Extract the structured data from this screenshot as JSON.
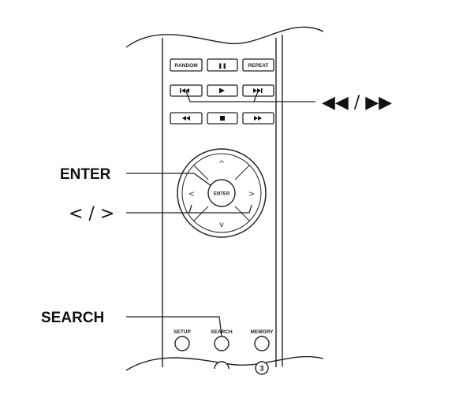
{
  "remote": {
    "row1": {
      "random_label": "RANDOM",
      "pause_label": "❚❚",
      "repeat_label": "REPEAT"
    },
    "row2": {
      "prev_icon": "skip-back-icon",
      "play_icon": "play-icon",
      "next_icon": "skip-forward-icon"
    },
    "row3": {
      "rewind_icon": "rewind-icon",
      "stop_icon": "stop-icon",
      "fast_forward_icon": "fast-forward-icon"
    },
    "dpad": {
      "enter_label": "ENTER",
      "up_glyph": "^",
      "down_glyph": "v",
      "left_glyph": "<",
      "right_glyph": ">"
    },
    "bottom_row": {
      "setup_label": "SETUP",
      "search_label": "SEARCH",
      "memory_label": "MEMORY",
      "number_3_label": "3"
    }
  },
  "callouts": {
    "skip_label": "◀◀ / ▶▶",
    "enter_label": "ENTER",
    "lr_label": "< / >",
    "search_label": "SEARCH"
  }
}
